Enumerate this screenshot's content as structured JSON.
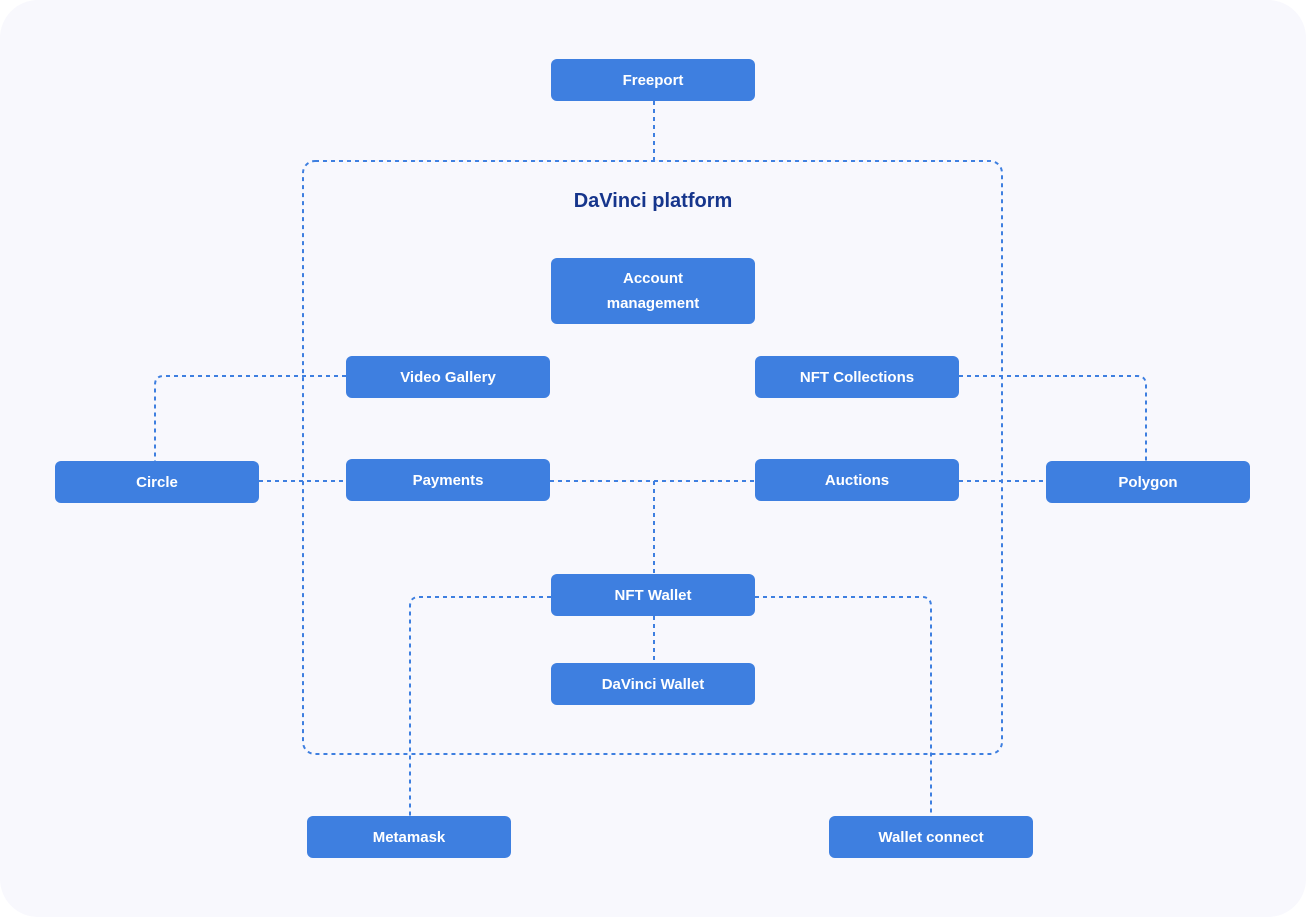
{
  "diagram": {
    "platform_label": "DaVinci platform",
    "nodes": {
      "freeport": "Freeport",
      "account_management": "Account management",
      "video_gallery": "Video Gallery",
      "nft_collections": "NFT Collections",
      "circle": "Circle",
      "payments": "Payments",
      "auctions": "Auctions",
      "polygon": "Polygon",
      "nft_wallet": "NFT Wallet",
      "davinci_wallet": "DaVinci Wallet",
      "metamask": "Metamask",
      "wallet_connect": "Wallet connect"
    },
    "colors": {
      "background": "#f8f8fd",
      "node_fill": "#3e7fe0",
      "node_text": "#ffffff",
      "connector": "#3e7fe0",
      "title": "#16358c"
    }
  }
}
